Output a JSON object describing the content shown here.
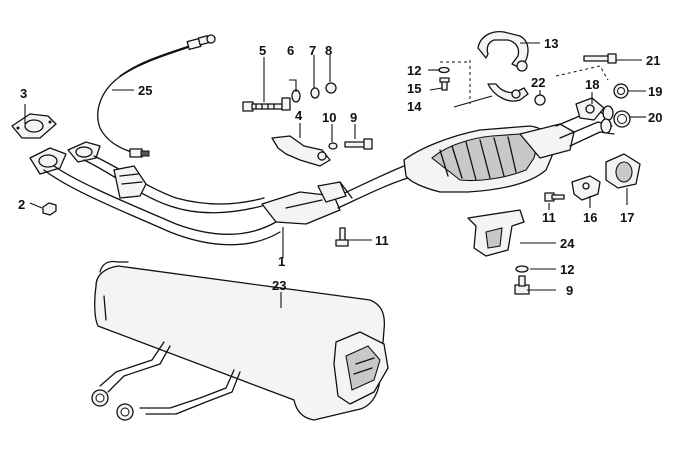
{
  "callouts": {
    "c1": "1",
    "c2": "2",
    "c3": "3",
    "c4": "4",
    "c5": "5",
    "c6": "6",
    "c7": "7",
    "c8": "8",
    "c9a": "9",
    "c9b": "9",
    "c10": "10",
    "c11a": "11",
    "c11b": "11",
    "c12a": "12",
    "c12b": "12",
    "c13": "13",
    "c14": "14",
    "c15": "15",
    "c16": "16",
    "c17": "17",
    "c18": "18",
    "c19": "19",
    "c20": "20",
    "c21": "21",
    "c22": "22",
    "c23": "23",
    "c24": "24",
    "c25": "25"
  }
}
